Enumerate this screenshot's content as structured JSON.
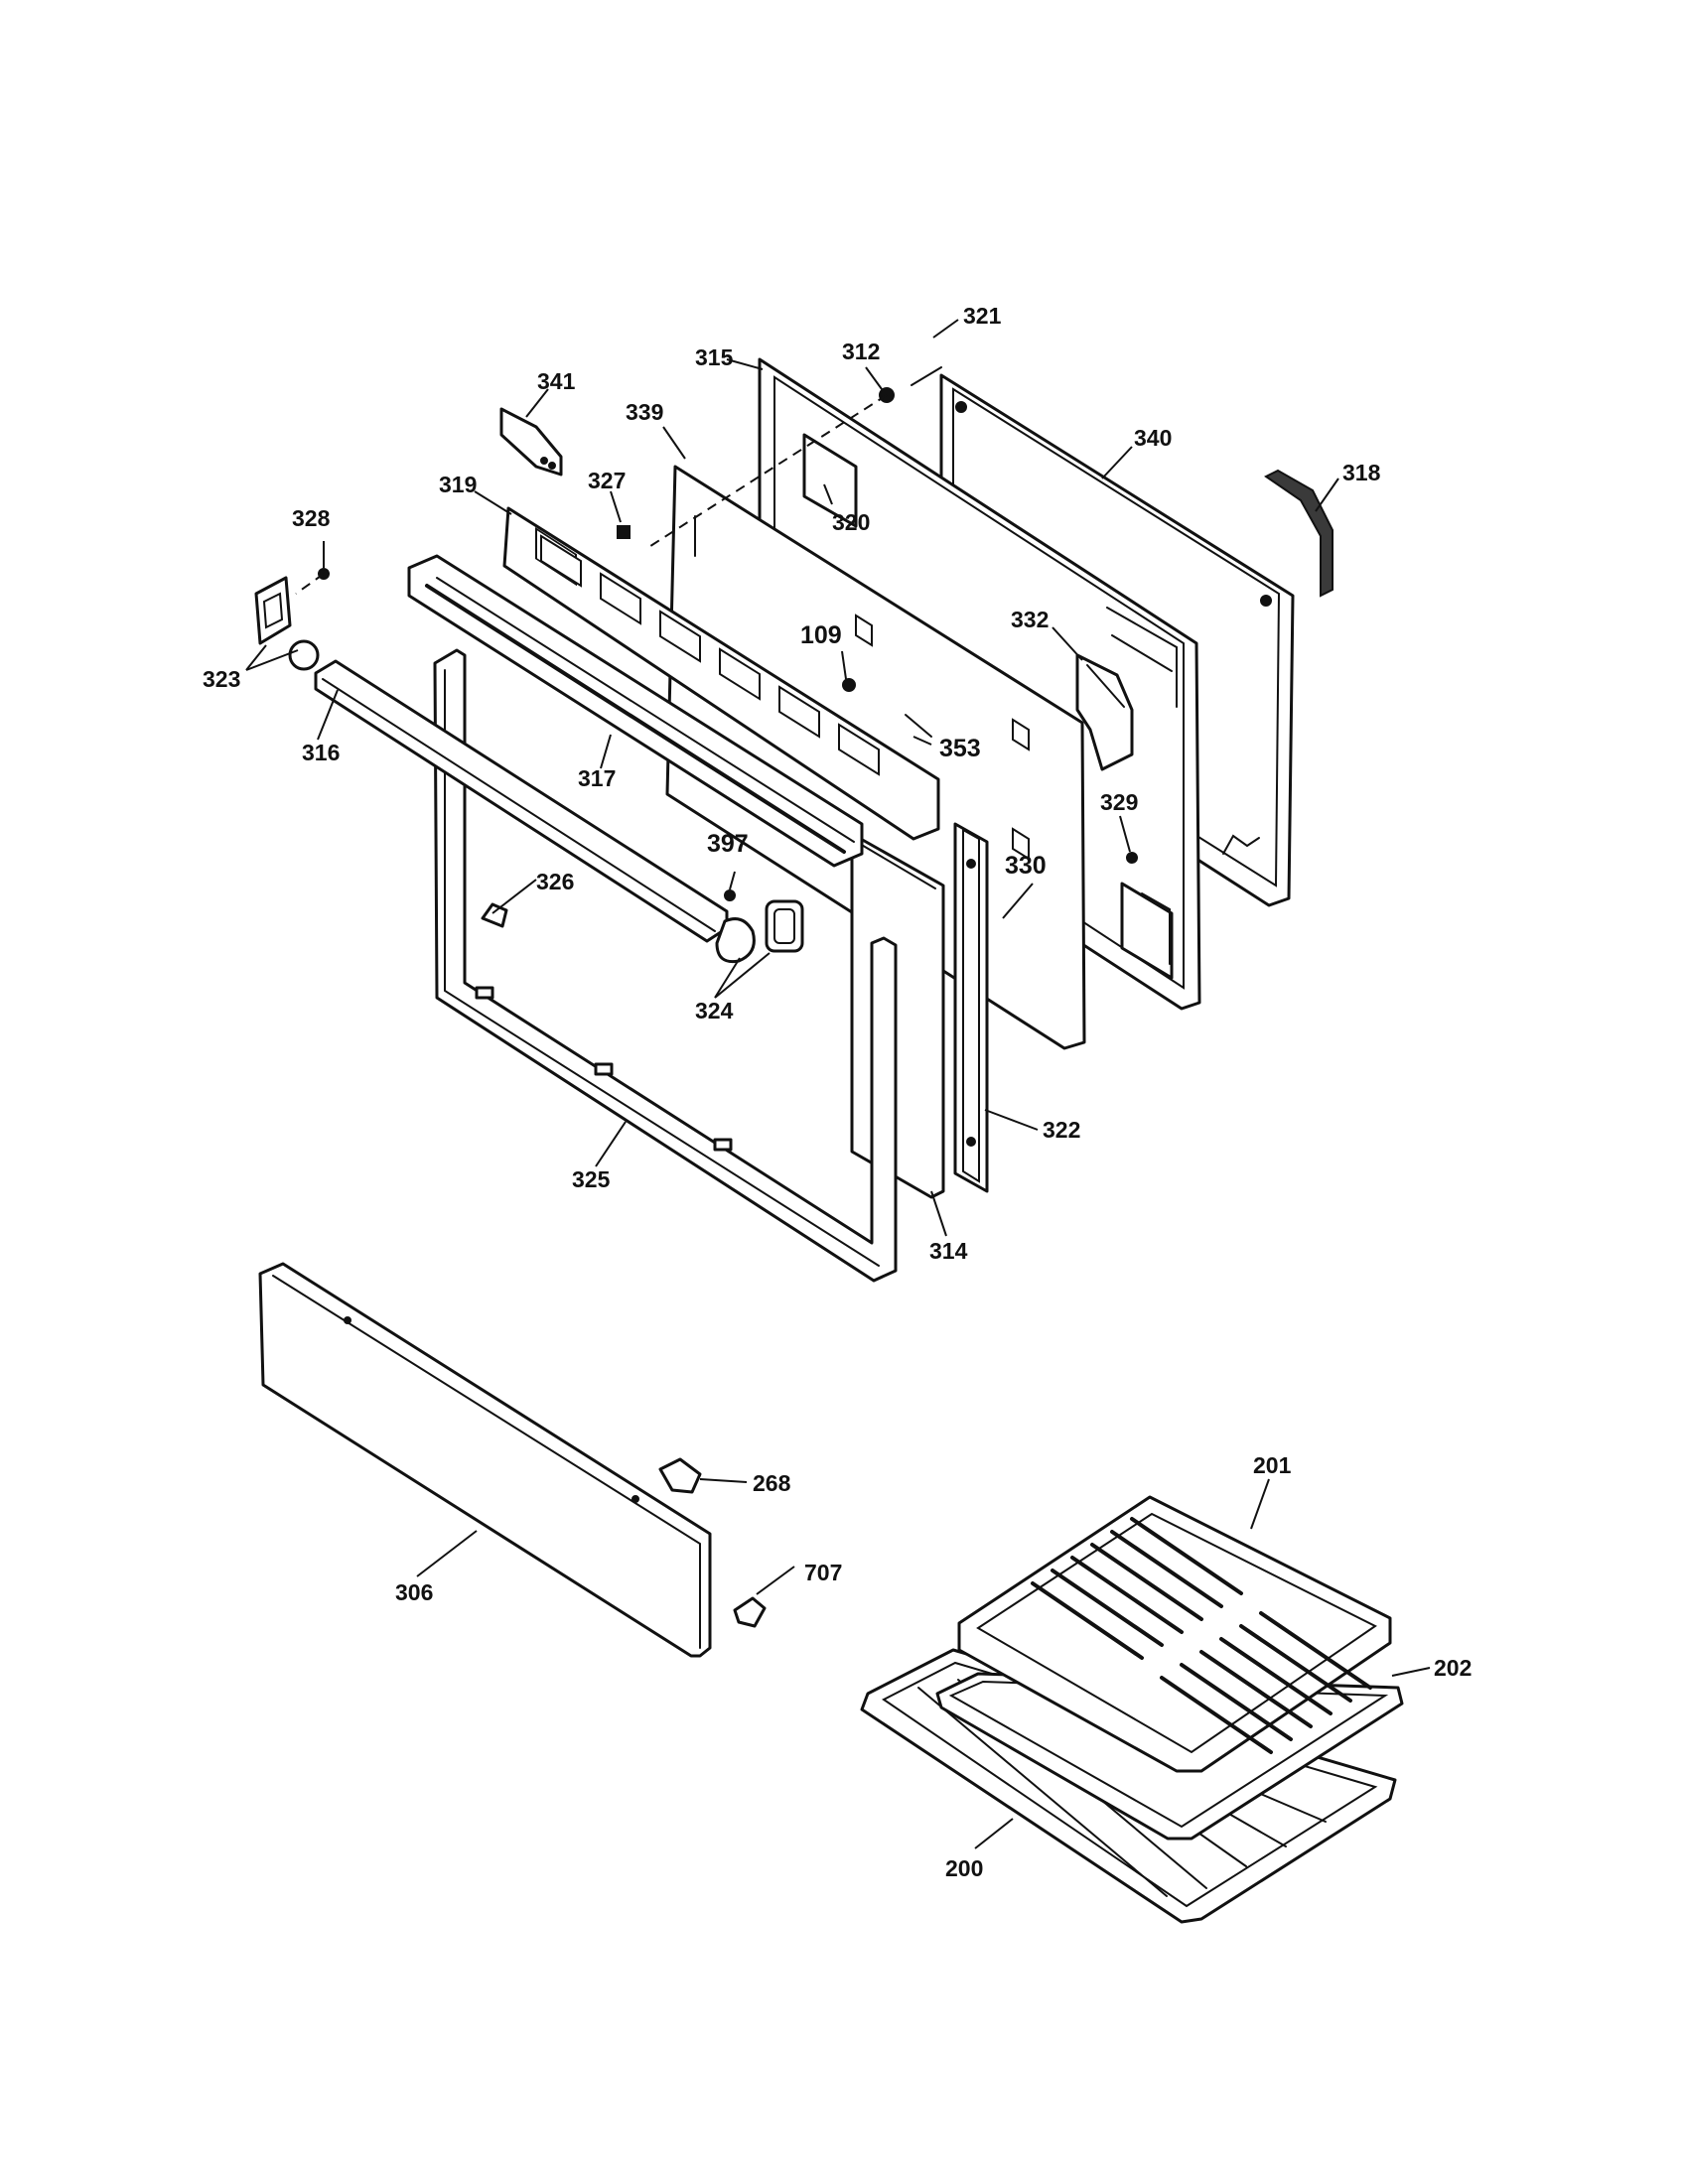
{
  "diagram": {
    "part_numbers": {
      "p341": "341",
      "p339": "339",
      "p315": "315",
      "p312": "312",
      "p321": "321",
      "p340": "340",
      "p318": "318",
      "p319": "319",
      "p327": "327",
      "p320": "320",
      "p328": "328",
      "p109": "109",
      "p332": "332",
      "p323": "323",
      "p316": "316",
      "p317": "317",
      "p353": "353",
      "p329": "329",
      "p397": "397",
      "p326": "326",
      "p330": "330",
      "p324": "324",
      "p322": "322",
      "p325": "325",
      "p314": "314",
      "p201": "201",
      "p268": "268",
      "p707": "707",
      "p306": "306",
      "p202": "202",
      "p200": "200"
    }
  }
}
